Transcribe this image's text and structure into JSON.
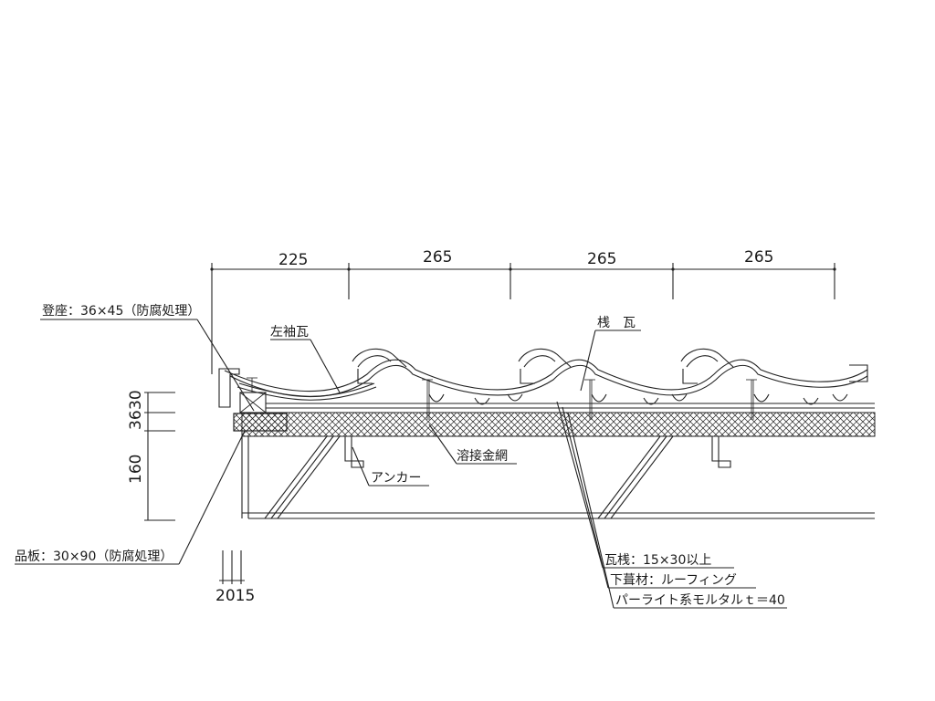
{
  "dimensions": {
    "top": [
      "225",
      "265",
      "265",
      "265"
    ],
    "left_vertical": [
      "30",
      "36",
      "160"
    ],
    "bottom": "2015"
  },
  "labels": {
    "tozaza": "登座：36×45（防腐処理）",
    "hidari_sode": "左袖瓦",
    "sangawara": "桟　瓦",
    "yosetsu": "溶接金網",
    "anchor": "アンカー",
    "shinaita": "品板：30×90（防腐処理）",
    "kawarazan": "瓦桟：15×30以上",
    "shitabuki": "下葺材：ルーフィング",
    "perlite": "パーライト系モルタルｔ＝40"
  }
}
